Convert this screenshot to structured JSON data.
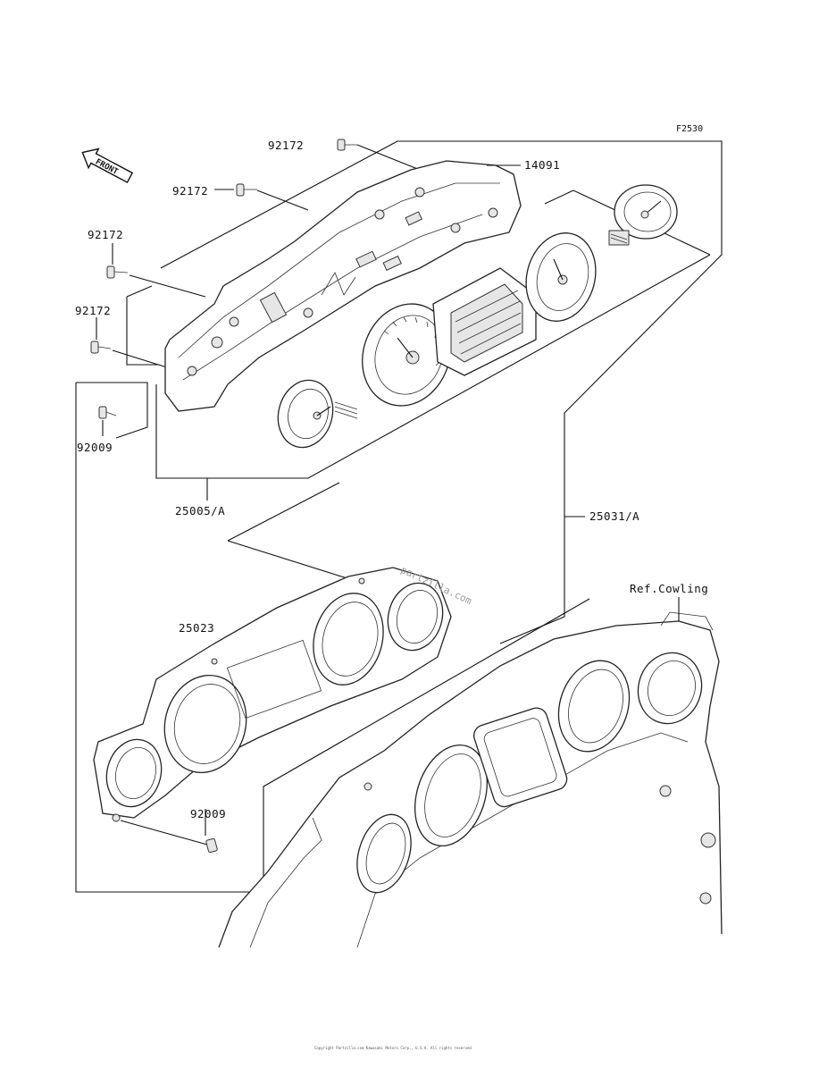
{
  "figure_code": "F2530",
  "front_marker": "FRONT",
  "labels": {
    "screw_top": "92172",
    "screw_upper": "92172",
    "screw_left1": "92172",
    "screw_left2": "92172",
    "screw_lower": "92009",
    "screw_bottom": "92009",
    "cover_14091": "14091",
    "meter_assy": "25005/A",
    "meter_case": "25031/A",
    "bezel": "25023",
    "ref_cowling": "Ref.Cowling"
  },
  "watermark": "partzilla.com",
  "footer": "Copyright Partzilla.com Kawasaki Motors Corp., U.S.A. All rights reserved"
}
